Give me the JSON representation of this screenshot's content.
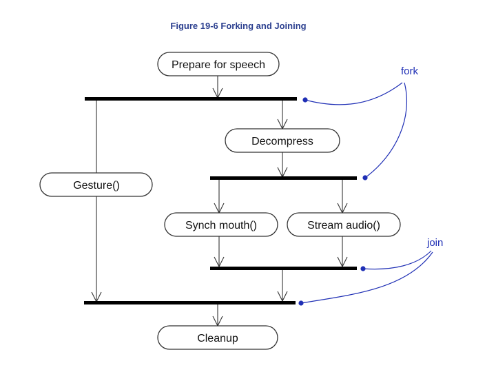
{
  "figure": {
    "caption": "Figure 19-6 Forking and Joining"
  },
  "nodes": {
    "prepare": "Prepare for speech",
    "decompress": "Decompress",
    "gesture": "Gesture()",
    "synch_mouth": "Synch mouth()",
    "stream_audio": "Stream audio()",
    "cleanup": "Cleanup"
  },
  "annotations": {
    "fork": "fork",
    "join": "join"
  },
  "colors": {
    "annotation": "#1f2fb5",
    "caption": "#2b3f8f",
    "bar": "#000000"
  }
}
